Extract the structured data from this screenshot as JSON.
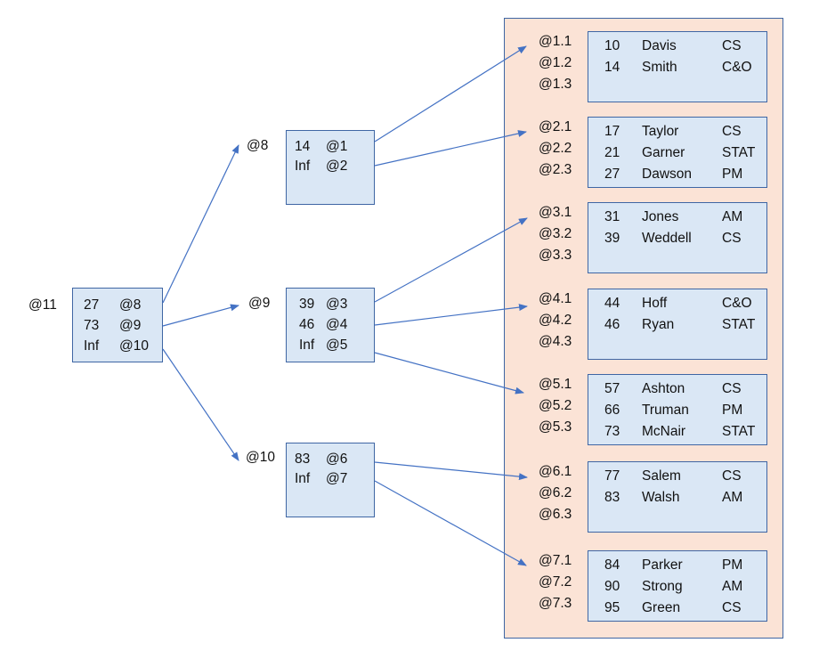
{
  "title": "B+ tree index with leaf data pages",
  "colors": {
    "node_fill": "#dae7f5",
    "node_border": "#3f66a4",
    "leaf_container_fill": "#fbe3d6",
    "arrow": "#4472c4"
  },
  "root": {
    "label": "@11",
    "entries": [
      {
        "key": "27",
        "ptr": "@8"
      },
      {
        "key": "73",
        "ptr": "@9"
      },
      {
        "key": "Inf",
        "ptr": "@10"
      }
    ]
  },
  "internal_nodes": [
    {
      "id": "n8",
      "label": "@8",
      "entries": [
        {
          "key": "14",
          "ptr": "@1"
        },
        {
          "key": "Inf",
          "ptr": "@2"
        }
      ]
    },
    {
      "id": "n9",
      "label": "@9",
      "entries": [
        {
          "key": "39",
          "ptr": "@3"
        },
        {
          "key": "46",
          "ptr": "@4"
        },
        {
          "key": "Inf",
          "ptr": "@5"
        }
      ]
    },
    {
      "id": "n10",
      "label": "@10",
      "entries": [
        {
          "key": "83",
          "ptr": "@6"
        },
        {
          "key": "Inf",
          "ptr": "@7"
        }
      ]
    }
  ],
  "leaf_pages": [
    {
      "page": "1",
      "addresses": [
        "@1.1",
        "@1.2",
        "@1.3"
      ],
      "records": [
        {
          "key": "10",
          "name": "Davis",
          "dept": "CS"
        },
        {
          "key": "14",
          "name": "Smith",
          "dept": "C&O"
        }
      ]
    },
    {
      "page": "2",
      "addresses": [
        "@2.1",
        "@2.2",
        "@2.3"
      ],
      "records": [
        {
          "key": "17",
          "name": "Taylor",
          "dept": "CS"
        },
        {
          "key": "21",
          "name": "Garner",
          "dept": "STAT"
        },
        {
          "key": "27",
          "name": "Dawson",
          "dept": "PM"
        }
      ]
    },
    {
      "page": "3",
      "addresses": [
        "@3.1",
        "@3.2",
        "@3.3"
      ],
      "records": [
        {
          "key": "31",
          "name": "Jones",
          "dept": "AM"
        },
        {
          "key": "39",
          "name": "Weddell",
          "dept": "CS"
        }
      ]
    },
    {
      "page": "4",
      "addresses": [
        "@4.1",
        "@4.2",
        "@4.3"
      ],
      "records": [
        {
          "key": "44",
          "name": "Hoff",
          "dept": "C&O"
        },
        {
          "key": "46",
          "name": "Ryan",
          "dept": "STAT"
        }
      ]
    },
    {
      "page": "5",
      "addresses": [
        "@5.1",
        "@5.2",
        "@5.3"
      ],
      "records": [
        {
          "key": "57",
          "name": "Ashton",
          "dept": "CS"
        },
        {
          "key": "66",
          "name": "Truman",
          "dept": "PM"
        },
        {
          "key": "73",
          "name": "McNair",
          "dept": "STAT"
        }
      ]
    },
    {
      "page": "6",
      "addresses": [
        "@6.1",
        "@6.2",
        "@6.3"
      ],
      "records": [
        {
          "key": "77",
          "name": "Salem",
          "dept": "CS"
        },
        {
          "key": "83",
          "name": "Walsh",
          "dept": "AM"
        }
      ]
    },
    {
      "page": "7",
      "addresses": [
        "@7.1",
        "@7.2",
        "@7.3"
      ],
      "records": [
        {
          "key": "84",
          "name": "Parker",
          "dept": "PM"
        },
        {
          "key": "90",
          "name": "Strong",
          "dept": "AM"
        },
        {
          "key": "95",
          "name": "Green",
          "dept": "CS"
        }
      ]
    }
  ],
  "edges": [
    {
      "from": "root",
      "entry": 0,
      "to": "@8"
    },
    {
      "from": "root",
      "entry": 1,
      "to": "@9"
    },
    {
      "from": "root",
      "entry": 2,
      "to": "@10"
    },
    {
      "from": "@8",
      "entry": 0,
      "to": "@1.1"
    },
    {
      "from": "@8",
      "entry": 1,
      "to": "@2.1"
    },
    {
      "from": "@9",
      "entry": 0,
      "to": "@3.1"
    },
    {
      "from": "@9",
      "entry": 1,
      "to": "@4.1"
    },
    {
      "from": "@9",
      "entry": 2,
      "to": "@5.1"
    },
    {
      "from": "@10",
      "entry": 0,
      "to": "@6.1"
    },
    {
      "from": "@10",
      "entry": 1,
      "to": "@7.1"
    }
  ]
}
